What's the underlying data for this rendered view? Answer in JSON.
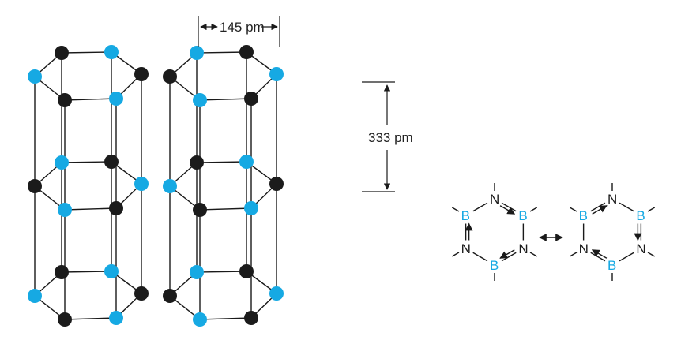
{
  "labels": {
    "bond_length": "145 pm",
    "layer_spacing": "333 pm"
  },
  "resonance": {
    "boron_symbol": "B",
    "nitrogen_symbol": "N"
  },
  "colors": {
    "boron": "#16a9e3",
    "nitrogen": "#1b1b1b",
    "bond": "#1a1a1a"
  }
}
